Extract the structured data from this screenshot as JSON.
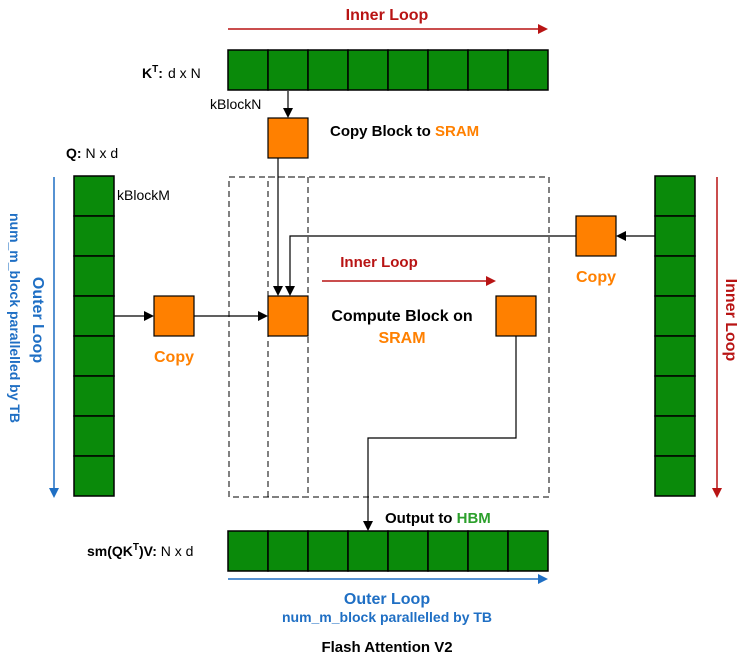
{
  "colors": {
    "block_fill": "#0a8a0a",
    "sram_fill": "#ff8000",
    "inner_loop": "#b81414",
    "outer_loop": "#1f6fc4",
    "hbm_green": "#2ca02c",
    "line": "#000000"
  },
  "labels": {
    "kt_prefix": "K",
    "kt_sup": "T",
    "kt_suffix": ": d x N",
    "q_prefix": "Q:",
    "q_suffix": " N x d",
    "out_prefix": "sm(QK",
    "out_sup": "T",
    "out_suffix": ")V:",
    "out_dims": " N x d",
    "kblockn": "kBlockN",
    "kblockm": "kBlockM",
    "copy_block_prefix": "Copy Block to ",
    "copy_block_sram": "SRAM",
    "copy_left": "Copy",
    "copy_right": "Copy",
    "compute_line1": "Compute Block on",
    "compute_line2": "SRAM",
    "output_prefix": "Output to ",
    "output_hbm": "HBM",
    "inner_loop_top": "Inner Loop",
    "inner_loop_mid": "Inner Loop",
    "inner_loop_right": "Inner Loop",
    "outer_loop_left": "Outer Loop",
    "outer_loop_left_sub": "num_m_block parallelled by TB",
    "outer_loop_bottom": "Outer Loop",
    "outer_loop_bottom_sub": "num_m_block parallelled by TB",
    "footer_title": "Flash Attention V2"
  },
  "matrices": {
    "kt_blocks": 8,
    "q_blocks": 8,
    "v_blocks": 8,
    "out_blocks": 8
  }
}
